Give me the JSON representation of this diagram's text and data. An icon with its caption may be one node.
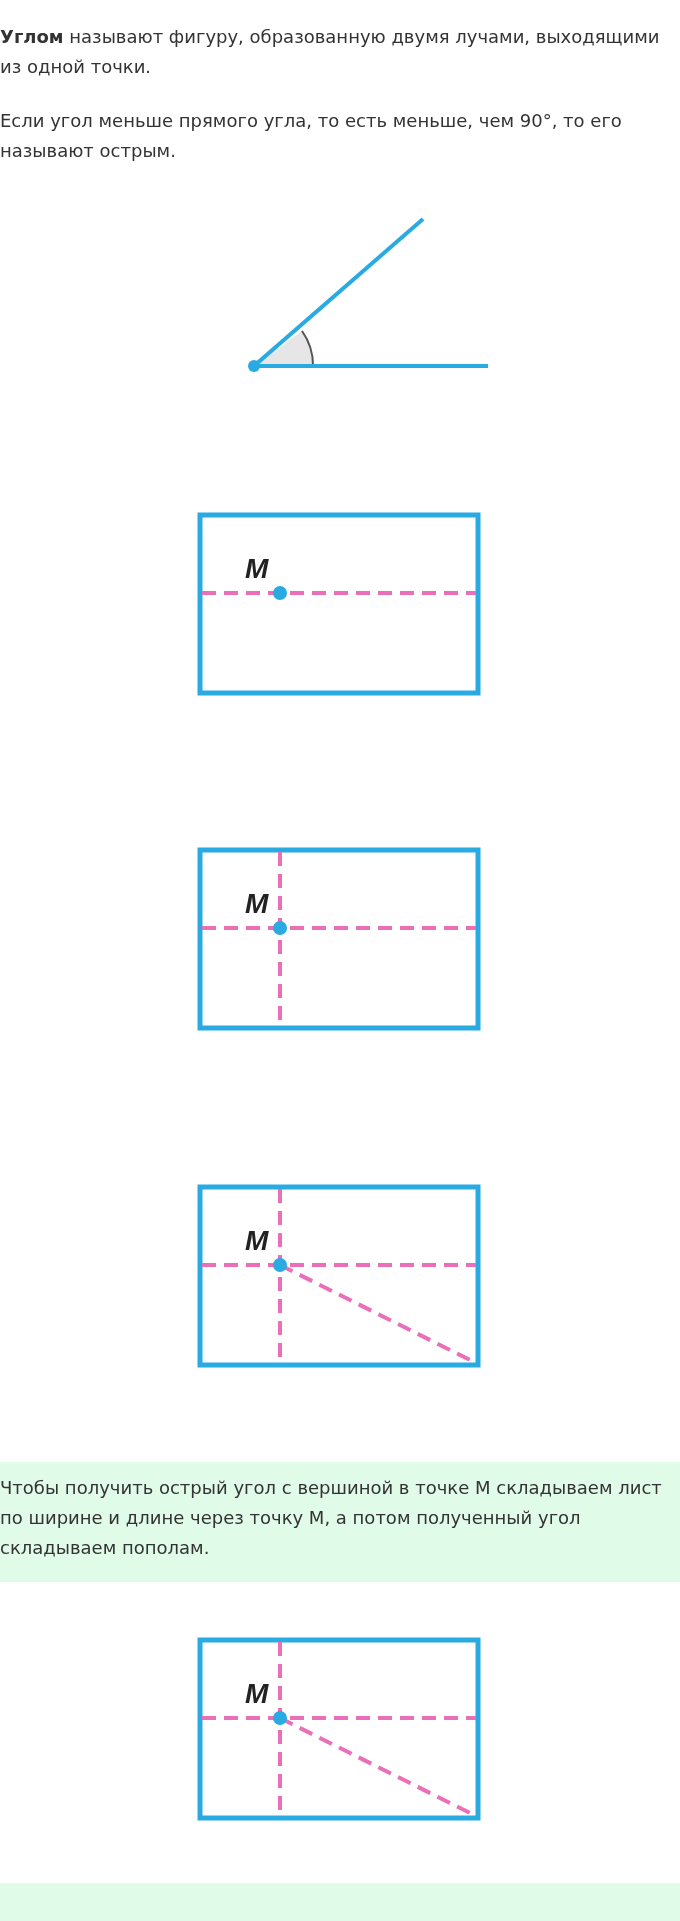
{
  "diagram": {
    "labels": [
      "**Углом** называют фигуру, образованную двумя лучами, выходящими из одной точки.",
      "Если угол меньше прямого угла, то есть меньше, чем 90°, то его называют острым.",
      "M",
      "M",
      "M",
      "Чтобы получить острый угол с вершиной в точке M складываем лист по ширине и длине через точку M, а потом полученный угол складываем пополам.",
      "M"
    ]
  }
}
